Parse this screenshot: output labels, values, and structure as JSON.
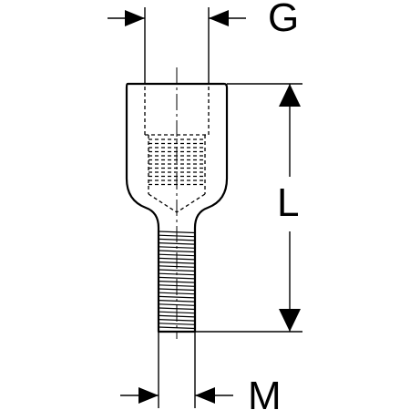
{
  "dimensions": {
    "g_label": "G",
    "l_label": "L",
    "m_label": "M"
  },
  "icons": {
    "part": "threaded-spacer-icon"
  }
}
